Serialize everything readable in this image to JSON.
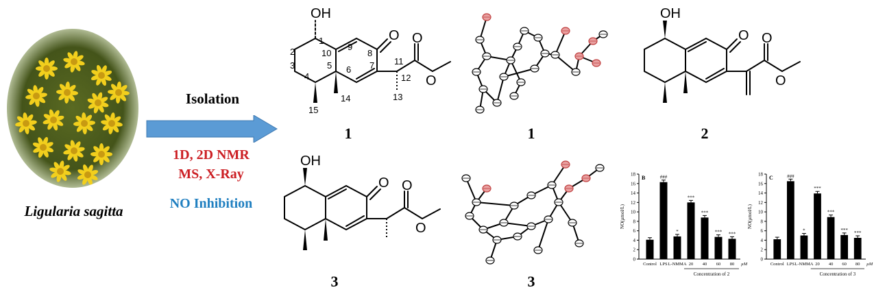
{
  "plant": {
    "name": "Ligularia sagitta"
  },
  "process": {
    "step_label": "Isolation",
    "methods_line1": "1D, 2D NMR",
    "methods_line2": "MS, X-Ray",
    "assay_label": "NO Inhibition"
  },
  "colors": {
    "arrow_fill": "#5b9bd5",
    "methods_text": "#cc1f24",
    "assay_text": "#1f7fc0",
    "oxygen_ellipsoid": "#e8a0a0",
    "bar": "#000000"
  },
  "structures": {
    "c1": {
      "id": "1",
      "substituent_labels": [
        "OH",
        "O",
        "O",
        "O"
      ],
      "atom_numbers": [
        "1",
        "2",
        "3",
        "4",
        "5",
        "6",
        "7",
        "8",
        "9",
        "10",
        "11",
        "12",
        "13",
        "14",
        "15"
      ]
    },
    "xray1": {
      "id": "1"
    },
    "c2": {
      "id": "2",
      "substituent_labels": [
        "OH",
        "O",
        "O",
        "O"
      ]
    },
    "c3": {
      "id": "3",
      "substituent_labels": [
        "OH",
        "O",
        "O",
        "O"
      ]
    },
    "xray3": {
      "id": "3"
    }
  },
  "chart_data": [
    {
      "type": "bar",
      "panel_label": "B",
      "ylabel": "NO(µmol/L)",
      "xlabel": "Concentration of 2",
      "unit_label": "µM",
      "ylim": [
        0,
        18
      ],
      "yticks": [
        "0",
        "2",
        "4",
        "6",
        "8",
        "10",
        "12",
        "14",
        "16",
        "18"
      ],
      "categories": [
        "Control",
        "LPS",
        "L-NMMA",
        "20",
        "40",
        "60",
        "80"
      ],
      "values": [
        4.1,
        16.3,
        4.8,
        12.0,
        8.8,
        4.7,
        4.3
      ],
      "significance": [
        "",
        "###",
        "*",
        "***",
        "***",
        "***",
        "***"
      ]
    },
    {
      "type": "bar",
      "panel_label": "C",
      "ylabel": "NO(µmol/L)",
      "xlabel": "Concentration of 3",
      "unit_label": "µM",
      "ylim": [
        0,
        18
      ],
      "yticks": [
        "0",
        "2",
        "4",
        "6",
        "8",
        "10",
        "12",
        "14",
        "16",
        "18"
      ],
      "categories": [
        "Control",
        "LPS",
        "L-NMMA",
        "20",
        "40",
        "60",
        "80"
      ],
      "values": [
        4.2,
        16.5,
        5.0,
        13.9,
        8.9,
        5.1,
        4.5
      ],
      "significance": [
        "",
        "###",
        "*",
        "***",
        "***",
        "***",
        "***"
      ]
    }
  ]
}
